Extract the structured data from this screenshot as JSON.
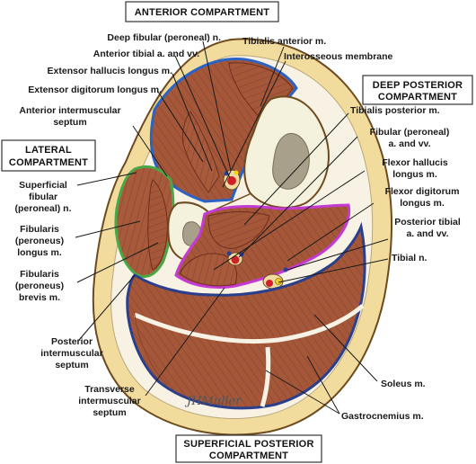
{
  "boxes": {
    "anterior": "ANTERIOR COMPARTMENT",
    "lateral_1": "LATERAL",
    "lateral_2": "COMPARTMENT",
    "deep_posterior_1": "DEEP POSTERIOR",
    "deep_posterior_2": "COMPARTMENT",
    "superficial_posterior_1": "SUPERFICIAL POSTERIOR",
    "superficial_posterior_2": "COMPARTMENT"
  },
  "labels": {
    "deep_fibular_n": "Deep fibular (peroneal) n.",
    "tibialis_anterior": "Tibialis anterior m.",
    "anterior_tibial_av": "Anterior tibial a. and vv.",
    "interosseous_membrane": "Interosseous membrane",
    "extensor_hallucis_longus": "Extensor hallucis longus m.",
    "extensor_digitorum_longus": "Extensor digitorum longus m.",
    "anterior_intermuscular_septum_1": "Anterior intermuscular",
    "anterior_intermuscular_septum_2": "septum",
    "tibialis_posterior": "Tibialis posterior m.",
    "fibular_av_1": "Fibular (peroneal)",
    "fibular_av_2": "a. and vv.",
    "superficial_fibular_n_1": "Superficial",
    "superficial_fibular_n_2": "fibular",
    "superficial_fibular_n_3": "(peroneal) n.",
    "flexor_hallucis_longus_1": "Flexor hallucis",
    "flexor_hallucis_longus_2": "longus m.",
    "flexor_digitorum_longus_1": "Flexor digitorum",
    "flexor_digitorum_longus_2": "longus m.",
    "fibularis_longus_1": "Fibularis",
    "fibularis_longus_2": "(peroneus)",
    "fibularis_longus_3": "longus m.",
    "posterior_tibial_av_1": "Posterior tibial",
    "posterior_tibial_av_2": "a. and vv.",
    "tibial_n": "Tibial n.",
    "fibularis_brevis_1": "Fibularis",
    "fibularis_brevis_2": "(peroneus)",
    "fibularis_brevis_3": "brevis m.",
    "posterior_intermuscular_septum_1": "Posterior",
    "posterior_intermuscular_septum_2": "intermuscular",
    "posterior_intermuscular_septum_3": "septum",
    "soleus": "Soleus m.",
    "transverse_intermuscular_septum_1": "Transverse",
    "transverse_intermuscular_septum_2": "intermuscular",
    "transverse_intermuscular_septum_3": "septum",
    "gastrocnemius": "Gastrocnemius m."
  },
  "signature": "JHMuller",
  "colors": {
    "skin": "#f1dc9e",
    "fascia": "#f7f2e4",
    "muscle": "#a5573a",
    "muscle_dark": "#6e2f1c",
    "bone": "#f4f1dc",
    "marrow": "#a8a08a",
    "anterior_outline": "#2b63c4",
    "lateral_outline": "#49a845",
    "deep_posterior_outline": "#c43ad3",
    "superficial_outline": "#2c3f8a",
    "artery": "#d0202a",
    "vein": "#2a3f9c",
    "nerve": "#f2d21d"
  }
}
